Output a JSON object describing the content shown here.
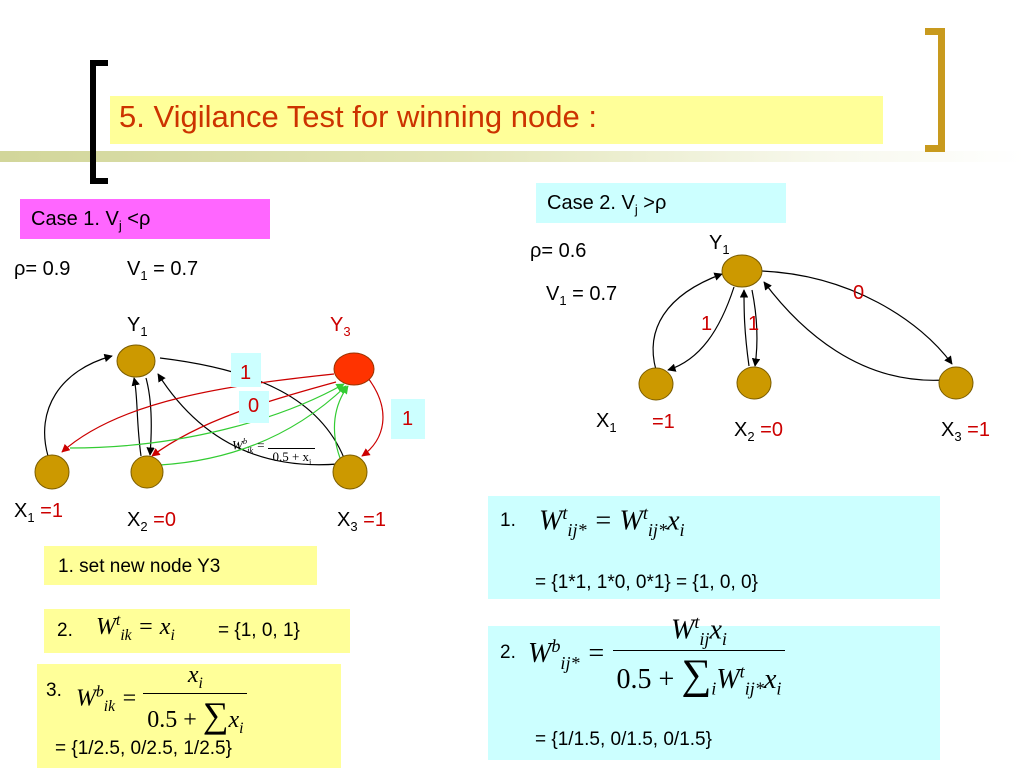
{
  "title": "5. Vigilance Test for winning node :",
  "case1": {
    "heading": "Case 1. V",
    "heading_sub": "j",
    "heading_rel": " <ρ",
    "rho": "ρ= 0.9",
    "v1": "V",
    "v1_sub": "1",
    "v1_val": " = 0.7",
    "nodes": {
      "y1": "Y",
      "y1_sub": "1",
      "y3": "Y",
      "y3_sub": "3",
      "x1": "X",
      "x1_sub": "1",
      "x1_val": " =1",
      "x2": "X",
      "x2_sub": "2",
      "x2_val": " =0",
      "x3": "X",
      "x3_sub": "3",
      "x3_val": " =1"
    },
    "weights": {
      "w1": "1",
      "w2": "0",
      "w3": "1"
    },
    "overlay_formula": {
      "lhs": "W",
      "sup": "b",
      "sub": "ik",
      "eq": "=",
      "den": "0.5 +",
      "sum_var": "x",
      "sum_sub": "i"
    },
    "step1": "1. set  new node Y3",
    "step2": {
      "num": "2.",
      "lhs": "W",
      "sup": "t",
      "sub": "ik",
      "eq": " = x",
      "xsub": "i",
      "result": "= {1, 0, 1}"
    },
    "step3": {
      "num": "3.",
      "lhs": "W",
      "sup": "b",
      "sub": "ik",
      "eq": " =",
      "frac_num": "x",
      "frac_num_sub": "i",
      "frac_den": "0.5 + ",
      "sigma": "∑",
      "frac_den_var": "x",
      "frac_den_sub": "i",
      "result": "= {1/2.5,  0/2.5,  1/2.5}"
    }
  },
  "case2": {
    "heading": "Case 2. V",
    "heading_sub": "j",
    "heading_rel": " >ρ",
    "rho": "ρ= 0.6",
    "v1": "V",
    "v1_sub": "1",
    "v1_val": " = 0.7",
    "nodes": {
      "y1": "Y",
      "y1_sub": "1",
      "x1": "X",
      "x1_sub": "1",
      "x1_val": "=1",
      "x2": "X",
      "x2_sub": "2",
      "x2_val": " =0",
      "x3": "X",
      "x3_sub": "3",
      "x3_val": " =1"
    },
    "weights": {
      "w1": "1",
      "w2": "1",
      "w3": "0"
    },
    "formula1": {
      "num": "1.",
      "lhs": "W",
      "sup": "t",
      "sub": "ij*",
      "eq": " = W",
      "rsup": "t",
      "rsub": "ij*",
      "rvar": "x",
      "rvar_sub": "i",
      "result": "= {1*1, 1*0, 0*1}    = {1, 0, 0}"
    },
    "formula2": {
      "num": "2.",
      "lhs": "W",
      "sup": "b",
      "sub": "ij*",
      "eq": " =",
      "frac_num": "W",
      "frac_num_sup": "t",
      "frac_num_sub": "ij",
      "frac_num_var": "x",
      "frac_num_var_sub": "i",
      "frac_den": "0.5 + ",
      "sigma": "∑",
      "sigma_sub": "i",
      "frac_den_w": "W",
      "frac_den_sup": "t",
      "frac_den_sub": "ij*",
      "frac_den_var": "x",
      "frac_den_var_sub": "i",
      "result": "= {1/1.5,  0/1.5,  0/1.5}"
    }
  },
  "colors": {
    "title": "#cc3300",
    "node": "#cc9900",
    "active_node": "#ff3300",
    "red": "#cc0000",
    "green": "#33cc33",
    "pink": "#ff66ff",
    "cyan": "#ccffff",
    "yellow": "#ffff99",
    "bracket_right": "#c89a1e"
  }
}
